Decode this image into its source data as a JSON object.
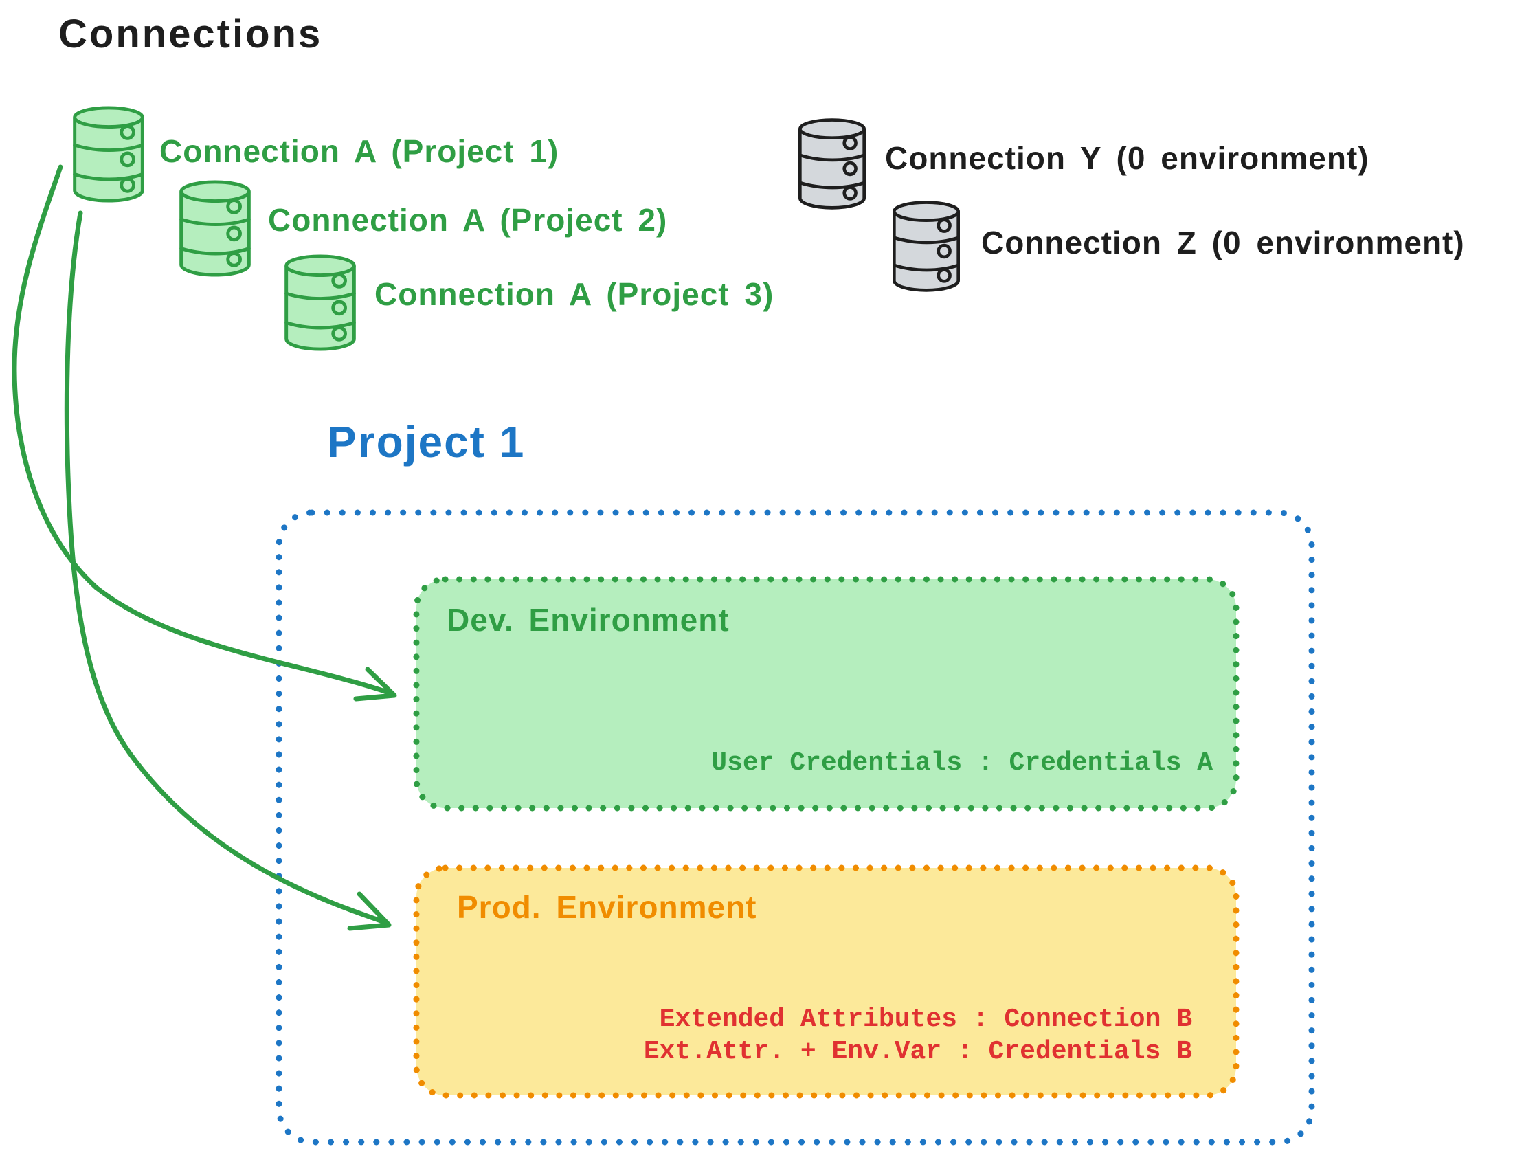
{
  "title": "Connections",
  "connections": {
    "green": [
      {
        "label": "Connection A (Project 1)"
      },
      {
        "label": "Connection A (Project 2)"
      },
      {
        "label": "Connection A (Project 3)"
      }
    ],
    "gray": [
      {
        "label": "Connection Y (0 environment)"
      },
      {
        "label": "Connection Z (0 environment)"
      }
    ]
  },
  "project": {
    "title": "Project 1",
    "dev": {
      "title": "Dev. Environment",
      "credentials": "User Credentials : Credentials A"
    },
    "prod": {
      "title": "Prod. Environment",
      "line1": "Extended Attributes : Connection B",
      "line2": "Ext.Attr. + Env.Var : Credentials B"
    }
  },
  "icons": {
    "database": "database-icon",
    "arrow": "curved-arrow-icon"
  },
  "colors": {
    "ink": "#1e1e1e",
    "green": "#2f9e44",
    "green_fill": "#b5eebe",
    "blue": "#1d76c5",
    "orange": "#f08c00",
    "yellow_fill": "#fce99a",
    "red": "#e03131",
    "gray_fill": "#d4d8dc"
  }
}
